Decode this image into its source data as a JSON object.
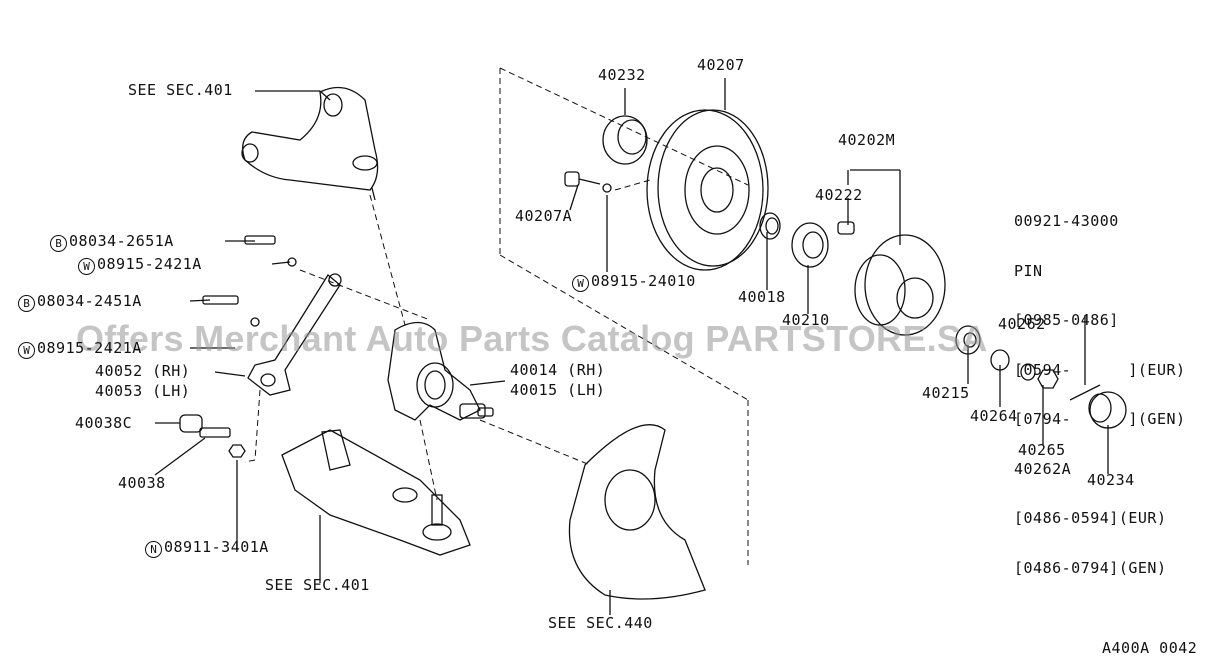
{
  "watermark": "Offers Merchant Auto Parts Catalog PARTSTORE.SA",
  "figure_code": "A400A 0042",
  "labels": {
    "see_sec_401_top": "SEE SEC.401",
    "see_sec_401_bottom": "SEE SEC.401",
    "see_sec_440": "SEE SEC.440",
    "p08034_2651A": "08034-2651A",
    "p08915_2421A": "08915-2421A",
    "p08034_2451A": "08034-2451A",
    "p08915_2421A_b": "08915-2421A",
    "p40052": "40052 (RH)",
    "p40053": "40053 (LH)",
    "p40038C": "40038C",
    "p40038": "40038",
    "p08911_3401A": "08911-3401A",
    "p40014": "40014 (RH)",
    "p40015": "40015 (LH)",
    "p40232": "40232",
    "p40207": "40207",
    "p40207A": "40207A",
    "p08915_24010": "08915-24010",
    "p40018": "40018",
    "p40210": "40210",
    "p40202M": "40202M",
    "p40222": "40222",
    "p40262": "40262",
    "p40215": "40215",
    "p40264": "40264",
    "p40265": "40265",
    "p40234": "40234"
  },
  "badges": {
    "B": "B",
    "W": "W",
    "N": "N"
  },
  "pin_block": [
    "00921-43000",
    "PIN",
    "[0985-0486]",
    "[0594-      ](EUR)",
    "[0794-      ](GEN)",
    "40262A",
    "[0486-0594](EUR)",
    "[0486-0794](GEN)"
  ]
}
